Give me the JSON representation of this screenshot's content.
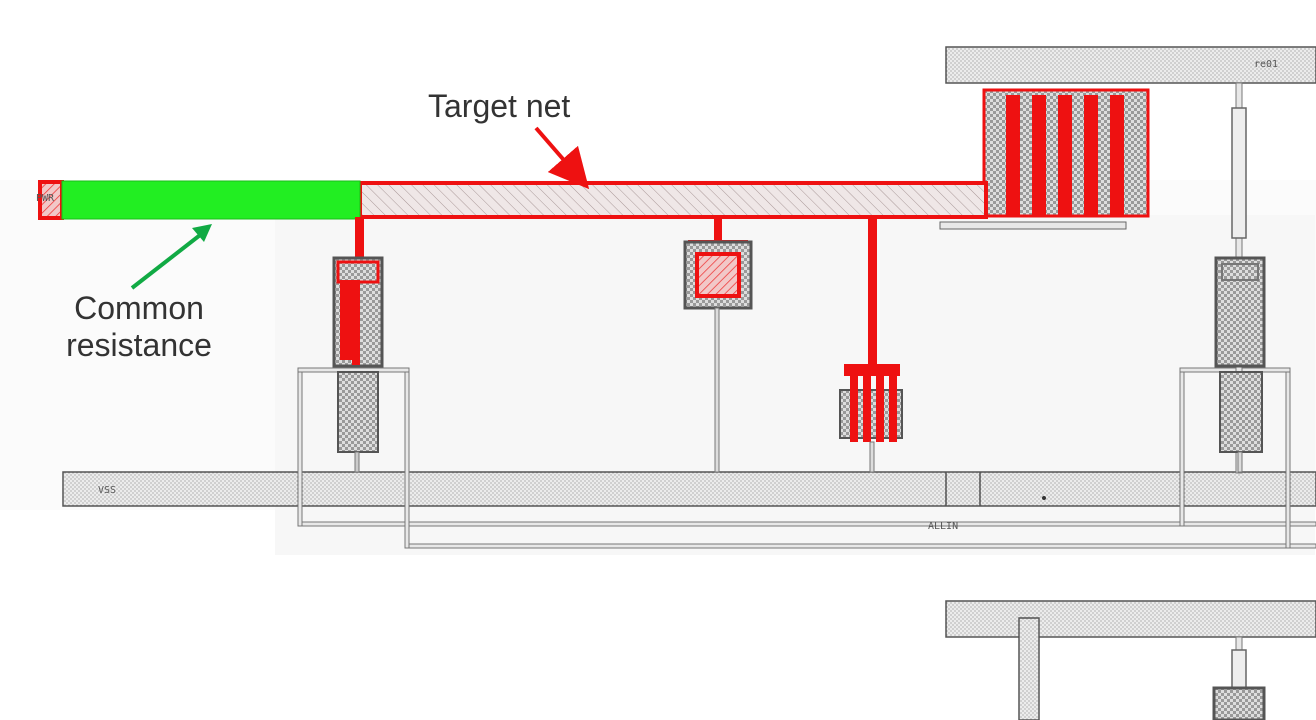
{
  "annotations": {
    "target_net": "Target net",
    "common_resistance_line1": "Common",
    "common_resistance_line2": "resistance"
  },
  "layout_labels": {
    "vss": "VSS",
    "pwr": "PWR",
    "rail_top_right": "re01",
    "allin": "ALLIN"
  },
  "colors": {
    "target_net": "#ee1111",
    "common_resistance": "#22ee22",
    "arrow_target": "#ee1111",
    "arrow_common": "#11aa44",
    "rail_fill": "#e6e6e6",
    "outline": "#555555"
  }
}
